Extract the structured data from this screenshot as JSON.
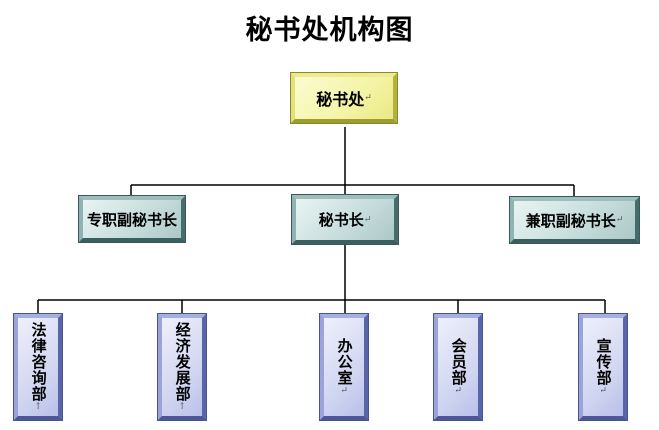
{
  "title": "秘书处机构图",
  "root": {
    "label": "秘书处"
  },
  "level2": [
    {
      "id": "zhuanzhi",
      "label": "专职副秘书长"
    },
    {
      "id": "mishuzhang",
      "label": "秘书长"
    },
    {
      "id": "jianzhi",
      "label": "兼职副秘书长"
    }
  ],
  "level3": [
    {
      "id": "falv",
      "label": "法律咨询部"
    },
    {
      "id": "jingji",
      "label": "经济发展部"
    },
    {
      "id": "bangong",
      "label": "办公室"
    },
    {
      "id": "huiyuan",
      "label": "会员部"
    },
    {
      "id": "xuanchuan",
      "label": "宣传部"
    }
  ],
  "colors": {
    "root_fill": "#f4f4a6",
    "level2_fill": "#c5dcdb",
    "level3_fill": "#d2d7f1",
    "connector": "#000000"
  }
}
